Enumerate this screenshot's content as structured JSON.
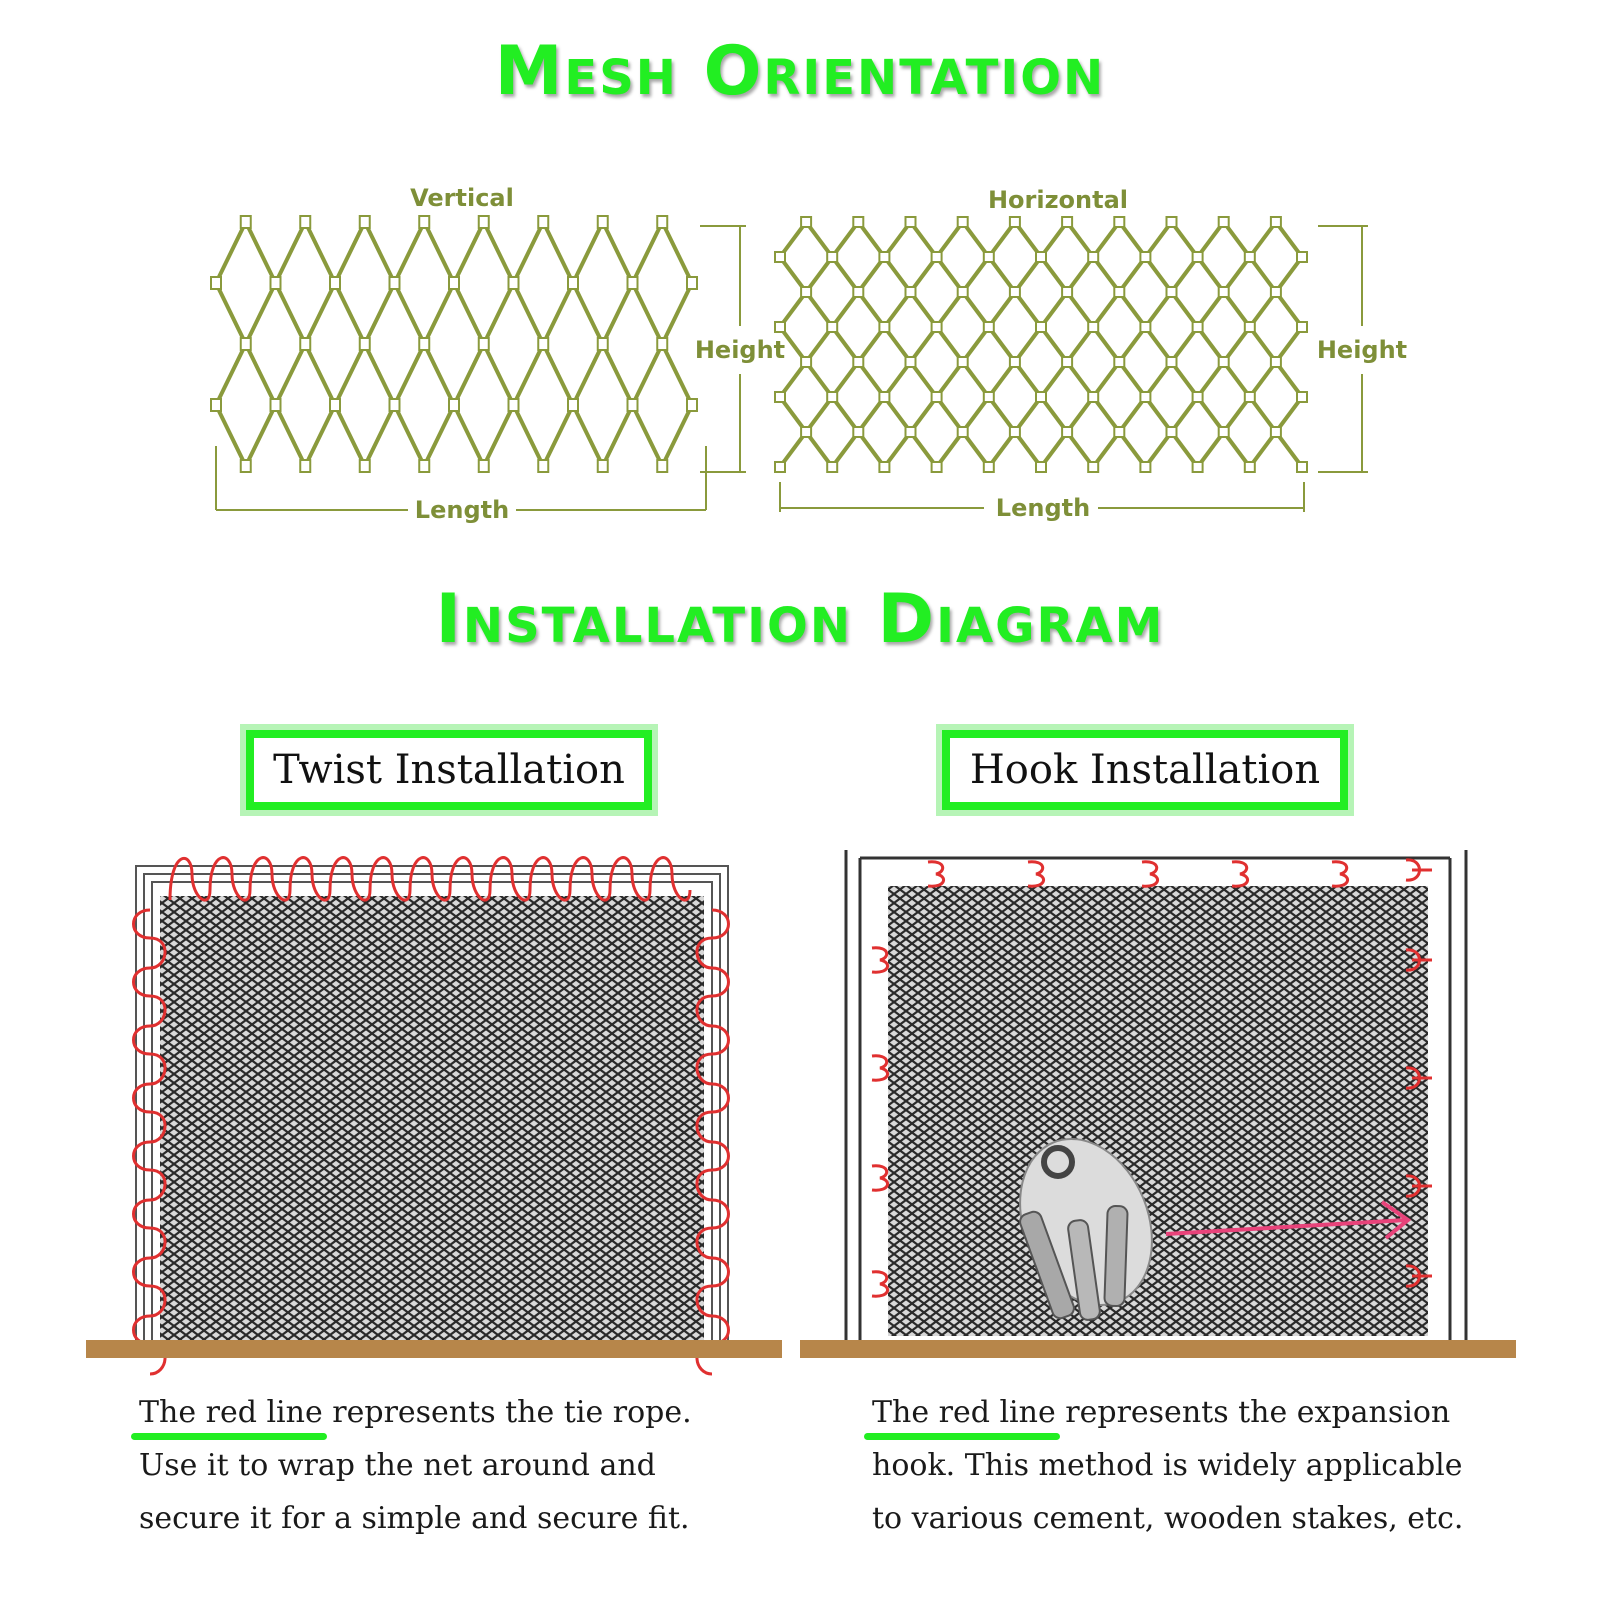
{
  "titles": {
    "mesh_orientation": "Mesh Orientation",
    "installation_diagram": "Installation Diagram"
  },
  "mesh": {
    "vertical": {
      "label": "Vertical",
      "height_label": "Height",
      "length_label": "Length"
    },
    "horizontal": {
      "label": "Horizontal",
      "height_label": "Height",
      "length_label": "Length"
    }
  },
  "methods": {
    "twist": {
      "label": "Twist Installation",
      "caption_highlight": "The red line",
      "caption_rest": " represents the tie rope. Use it to wrap the net around and secure it for a simple and secure fit."
    },
    "hook": {
      "label": "Hook Installation",
      "caption_highlight": "The red line",
      "caption_rest": " represents the expansion hook. This method is widely applicable to various cement, wooden stakes, etc."
    }
  },
  "colors": {
    "title_green": "#22ee22",
    "mesh_olive": "#8a9a3c",
    "tie_red": "#e03030",
    "ground": "#b7864a"
  }
}
